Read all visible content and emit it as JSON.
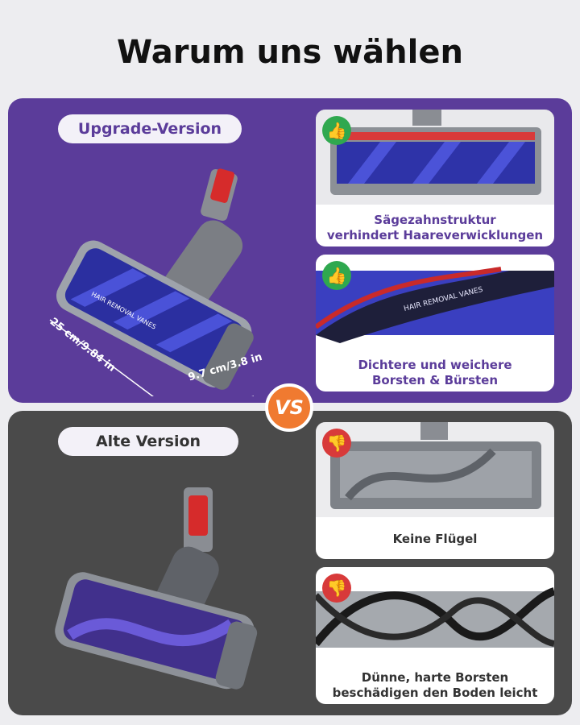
{
  "title": "Warum uns wählen",
  "vs_label": "VS",
  "upgrade": {
    "label": "Upgrade-Version",
    "dim_length": "25 cm/9.84 in",
    "dim_width": "9.7 cm/3.8 in",
    "brush_print": "HAIR REMOVAL VANES",
    "cards": [
      {
        "caption_line1": "Sägezahnstruktur",
        "caption_line2": "verhindert Haareverwicklungen",
        "badge": "thumbs-up-icon"
      },
      {
        "caption_line1": "Dichtere und weichere",
        "caption_line2": "Borsten & Bürsten",
        "badge": "thumbs-up-icon"
      }
    ]
  },
  "old": {
    "label": "Alte Version",
    "cards": [
      {
        "caption_line1": "Keine Flügel",
        "caption_line2": "",
        "badge": "thumbs-down-icon"
      },
      {
        "caption_line1": "Dünne, harte Borsten",
        "caption_line2": "beschädigen den Boden leicht",
        "badge": "thumbs-down-icon"
      }
    ]
  },
  "colors": {
    "upgrade_panel": "#5b3c9a",
    "old_panel": "#4a4a4a",
    "vs_badge": "#f07a30",
    "good": "#2fa84f",
    "bad": "#d83a3a"
  }
}
